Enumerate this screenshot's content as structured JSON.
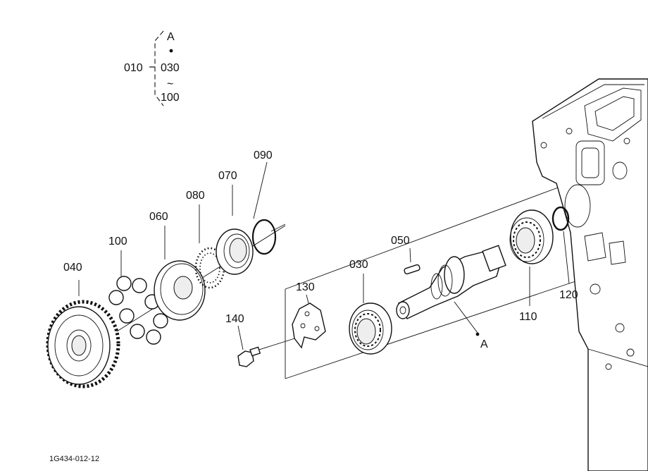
{
  "diagram": {
    "group_bracket": {
      "group_id": "010",
      "ref_letter": "A",
      "range_start": "030",
      "range_symbol": "~",
      "range_end": "100"
    },
    "callouts": [
      {
        "id": "040",
        "part": "gear"
      },
      {
        "id": "100",
        "part": "balls"
      },
      {
        "id": "060",
        "part": "thrust-plate"
      },
      {
        "id": "080",
        "part": "ball-retainer"
      },
      {
        "id": "070",
        "part": "bearing-race"
      },
      {
        "id": "090",
        "part": "snap-ring"
      },
      {
        "id": "130",
        "part": "stopper"
      },
      {
        "id": "140",
        "part": "bolt"
      },
      {
        "id": "030",
        "part": "ball-bearing"
      },
      {
        "id": "050",
        "part": "key"
      },
      {
        "id": "110",
        "part": "ball-bearing-rear"
      },
      {
        "id": "120",
        "part": "circlip"
      }
    ],
    "shaft_ref": "A",
    "drawing_code": "1G434-012-12"
  }
}
